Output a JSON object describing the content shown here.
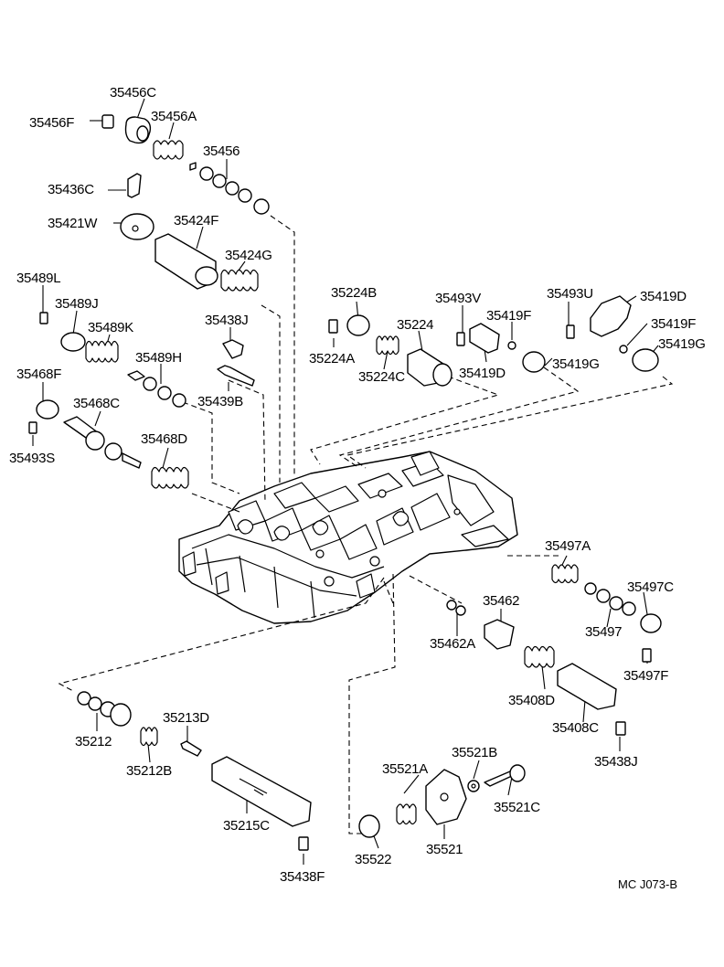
{
  "diagram": {
    "code": "MC  J073-B",
    "parts": [
      {
        "id": "p1",
        "label": "35456C"
      },
      {
        "id": "p2",
        "label": "35456F"
      },
      {
        "id": "p3",
        "label": "35456A"
      },
      {
        "id": "p4",
        "label": "35456"
      },
      {
        "id": "p5",
        "label": "35436C"
      },
      {
        "id": "p6",
        "label": "35421W"
      },
      {
        "id": "p7",
        "label": "35424F"
      },
      {
        "id": "p8",
        "label": "35424G"
      },
      {
        "id": "p9",
        "label": "35489L"
      },
      {
        "id": "p10",
        "label": "35489J"
      },
      {
        "id": "p11",
        "label": "35489K"
      },
      {
        "id": "p12",
        "label": "35489H"
      },
      {
        "id": "p13",
        "label": "35438J"
      },
      {
        "id": "p14",
        "label": "35439B"
      },
      {
        "id": "p15",
        "label": "35468F"
      },
      {
        "id": "p16",
        "label": "35468C"
      },
      {
        "id": "p17",
        "label": "35468D"
      },
      {
        "id": "p18",
        "label": "35493S"
      },
      {
        "id": "p19",
        "label": "35224B"
      },
      {
        "id": "p20",
        "label": "35224A"
      },
      {
        "id": "p21",
        "label": "35224"
      },
      {
        "id": "p22",
        "label": "35224C"
      },
      {
        "id": "p23",
        "label": "35493V"
      },
      {
        "id": "p24",
        "label": "35419F"
      },
      {
        "id": "p25",
        "label": "35419D"
      },
      {
        "id": "p26",
        "label": "35493U"
      },
      {
        "id": "p27",
        "label": "35419D"
      },
      {
        "id": "p28",
        "label": "35419G"
      },
      {
        "id": "p29",
        "label": "35419F"
      },
      {
        "id": "p30",
        "label": "35419G"
      },
      {
        "id": "p31",
        "label": "35497A"
      },
      {
        "id": "p32",
        "label": "35497C"
      },
      {
        "id": "p33",
        "label": "35497"
      },
      {
        "id": "p34",
        "label": "35497F"
      },
      {
        "id": "p35",
        "label": "35462"
      },
      {
        "id": "p36",
        "label": "35462A"
      },
      {
        "id": "p37",
        "label": "35408D"
      },
      {
        "id": "p38",
        "label": "35408C"
      },
      {
        "id": "p39",
        "label": "35438J"
      },
      {
        "id": "p40",
        "label": "35212"
      },
      {
        "id": "p41",
        "label": "35213D"
      },
      {
        "id": "p42",
        "label": "35212B"
      },
      {
        "id": "p43",
        "label": "35215C"
      },
      {
        "id": "p44",
        "label": "35438F"
      },
      {
        "id": "p45",
        "label": "35521B"
      },
      {
        "id": "p46",
        "label": "35521A"
      },
      {
        "id": "p47",
        "label": "35521C"
      },
      {
        "id": "p48",
        "label": "35522"
      },
      {
        "id": "p49",
        "label": "35521"
      }
    ]
  }
}
